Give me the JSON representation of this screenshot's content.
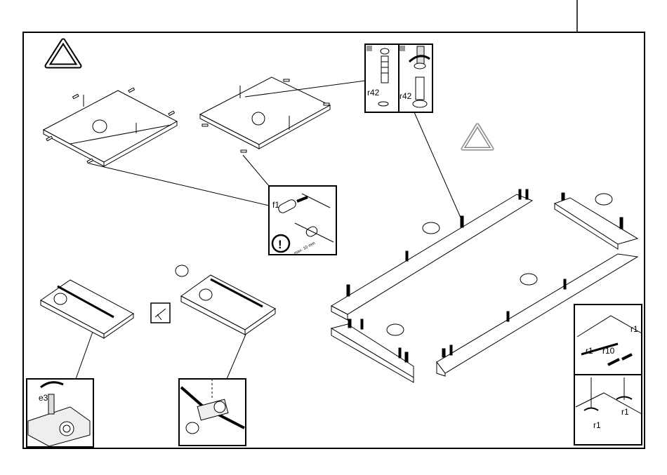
{
  "page": {
    "title": "Assembly instructions page"
  },
  "warnings": {
    "main_triangle": "warning-triangle",
    "secondary_triangle": "warning-triangle"
  },
  "callouts": {
    "r42_left": "r42",
    "r42_right": "r42",
    "f1_label": "f1",
    "f1_note": "max. 10 mm",
    "e3_label": "e3",
    "r1_top": "r1",
    "r1_mid": "r1",
    "r10_label": "r10",
    "r1_bottom_right": "r1",
    "r1_bottom_center": "r1"
  },
  "icons": {
    "exclamation": "!",
    "colors": {
      "line": "#000000",
      "panel": "#ffffff",
      "shade": "#e6e6e6"
    }
  }
}
